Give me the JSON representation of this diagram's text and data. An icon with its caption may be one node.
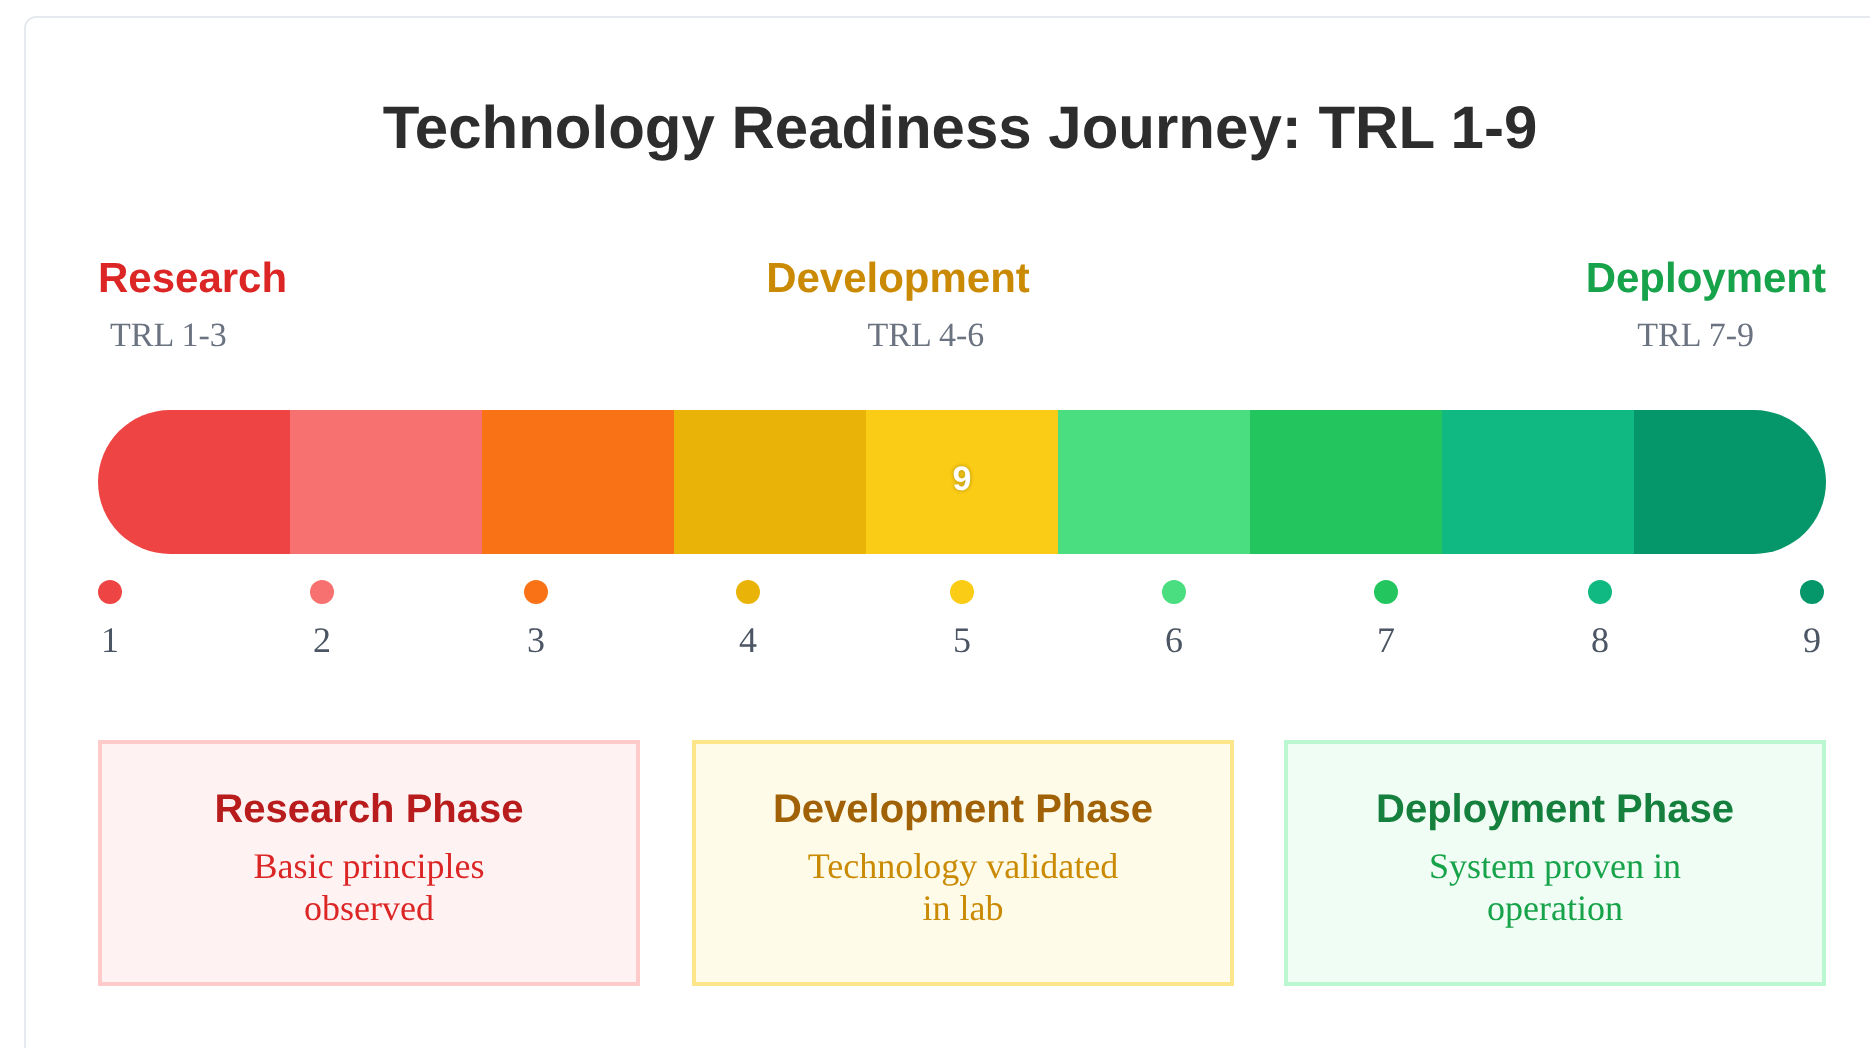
{
  "diagram": {
    "title": "Technology Readiness Journey: TRL 1-9",
    "nodes": [
      {
        "text": [
          "Research Phase",
          "Basic principles observed"
        ]
      },
      {
        "text": [
          "Development Phase",
          "Technology validated in lab"
        ]
      },
      {
        "text": [
          "Deployment Phase",
          "System proven in operation"
        ]
      }
    ],
    "labels": [
      "Research",
      "TRL 1-3",
      "Development",
      "TRL 4-6",
      "Deployment",
      "TRL 7-9",
      "9",
      "1",
      "2",
      "3",
      "4",
      "5",
      "6",
      "7",
      "8",
      "9"
    ]
  }
}
